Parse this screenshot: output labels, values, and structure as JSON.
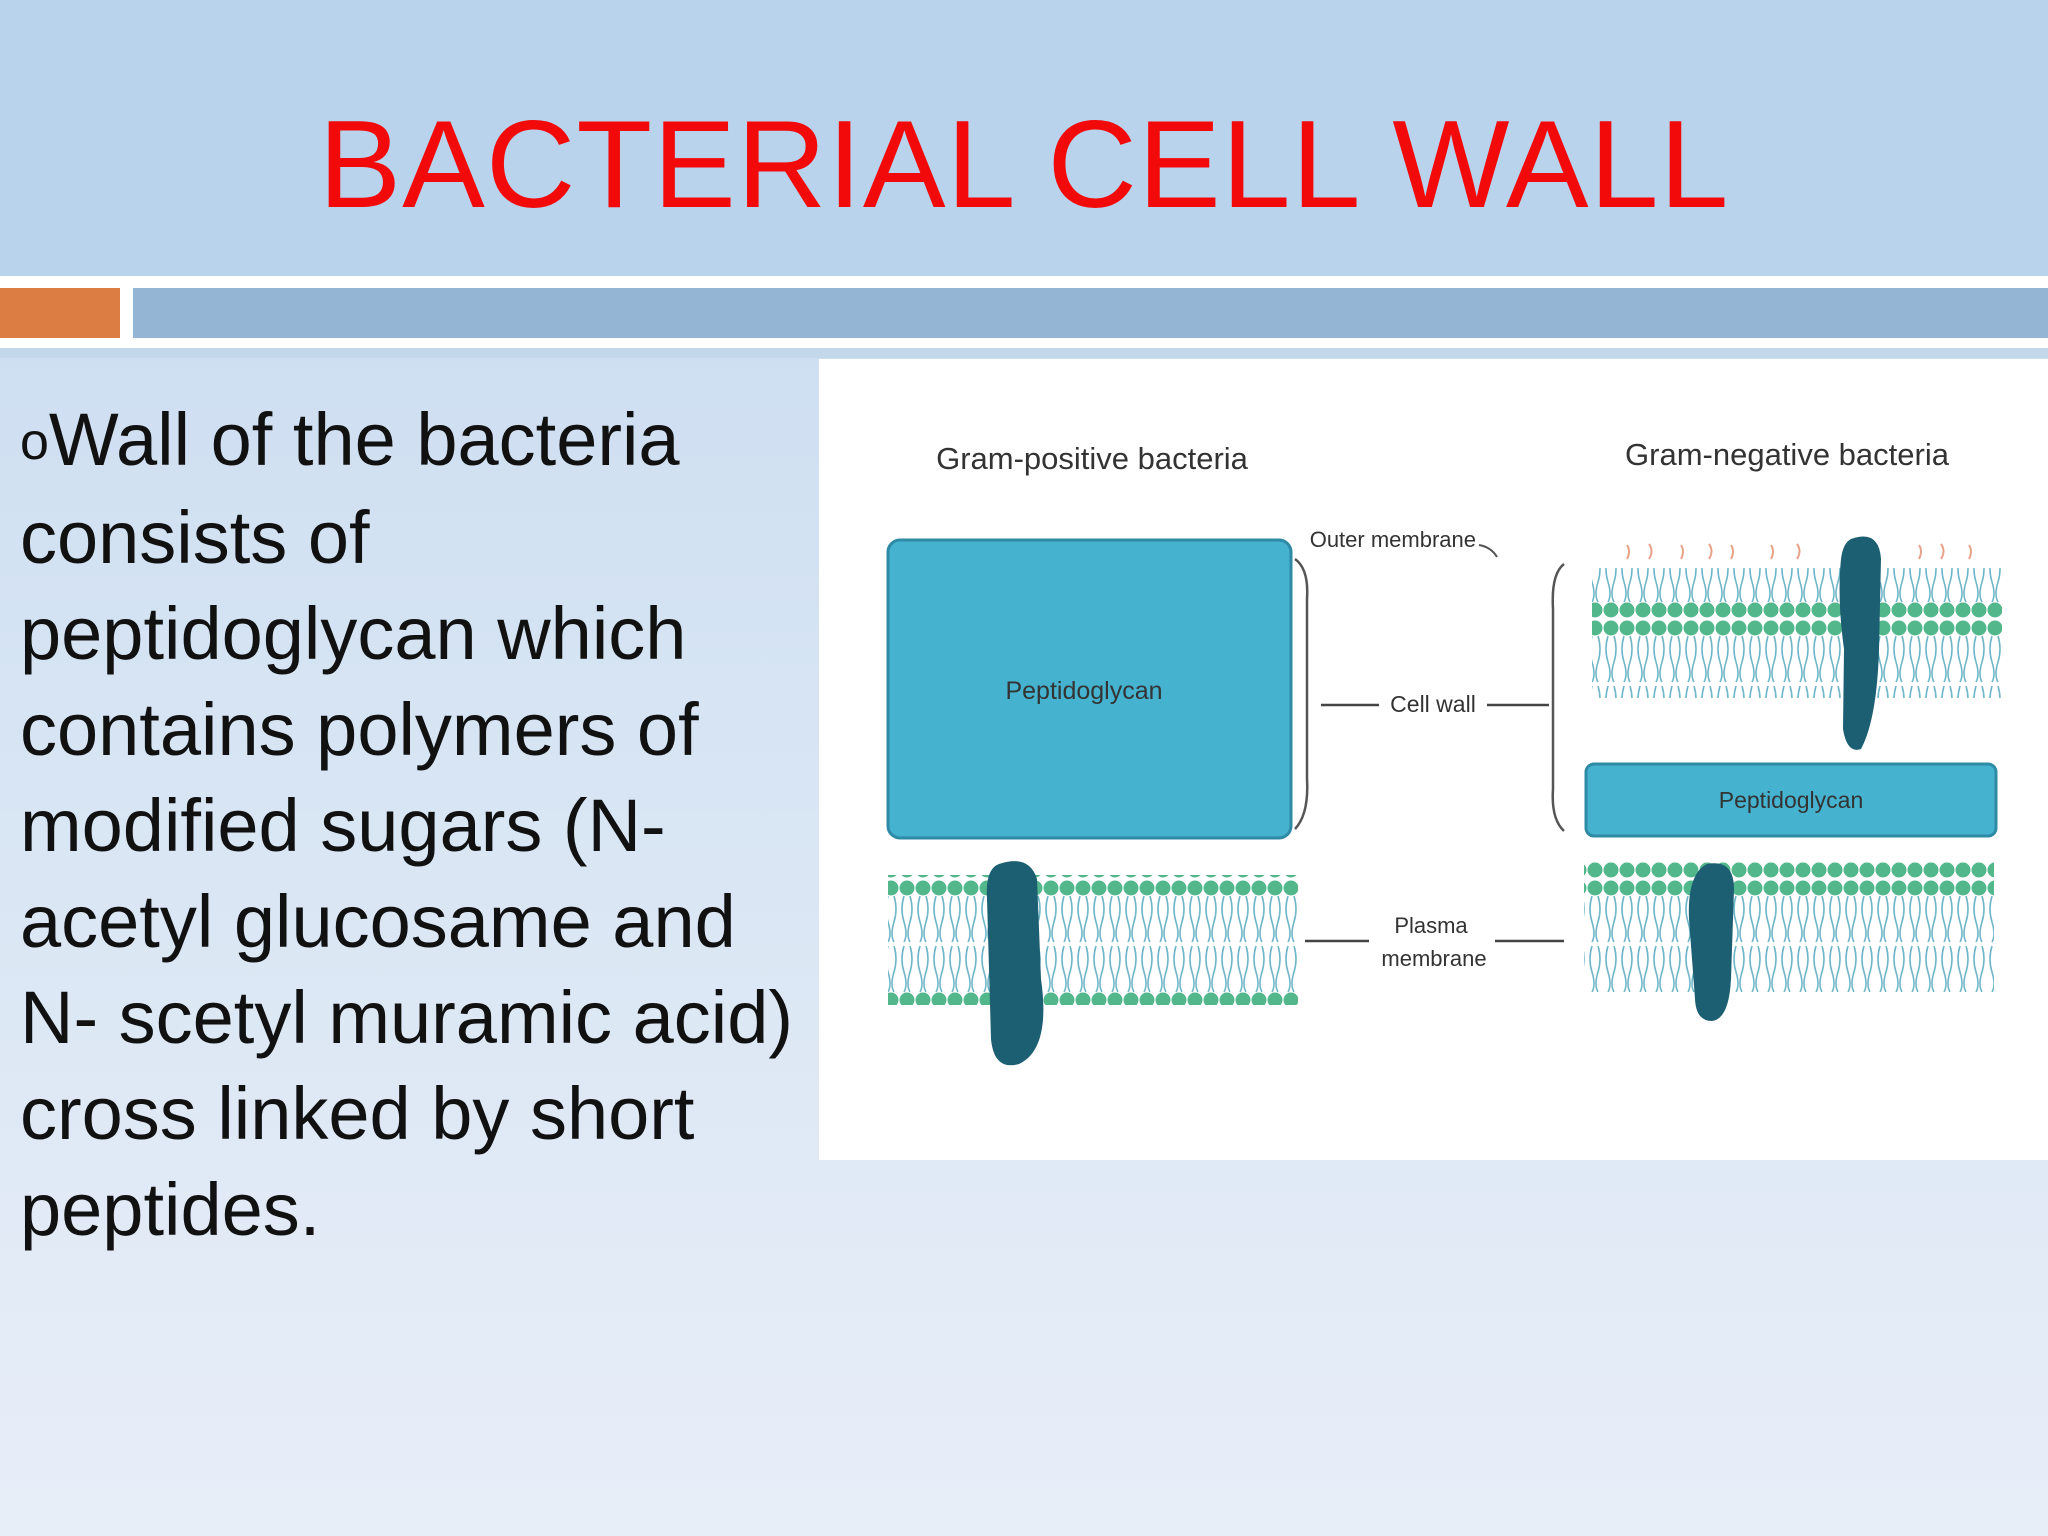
{
  "slide": {
    "title": "BACTERIAL CELL WALL",
    "bullet_marker": "o",
    "body": "Wall of the bacteria consists of peptidoglycan which contains polymers of modified sugars (N-acetyl glucosame and N- scetyl muramic acid) cross linked by short peptides."
  },
  "figure": {
    "gram_positive_label": "Gram-positive bacteria",
    "gram_negative_label": "Gram-negative bacteria",
    "outer_membrane_label": "Outer membrane",
    "cell_wall_label": "Cell wall",
    "plasma_membrane_label_1": "Plasma",
    "plasma_membrane_label_2": "membrane",
    "peptidoglycan_left": "Peptidoglycan",
    "peptidoglycan_right": "Peptidoglycan"
  },
  "colors": {
    "title": "#f20a0a",
    "peptidoglycan": "#45b3cf",
    "protein": "#1c5f73",
    "lipid_head": "#52b78a",
    "accent_orange": "#dc7e43",
    "accent_blue": "#94b5d3"
  }
}
